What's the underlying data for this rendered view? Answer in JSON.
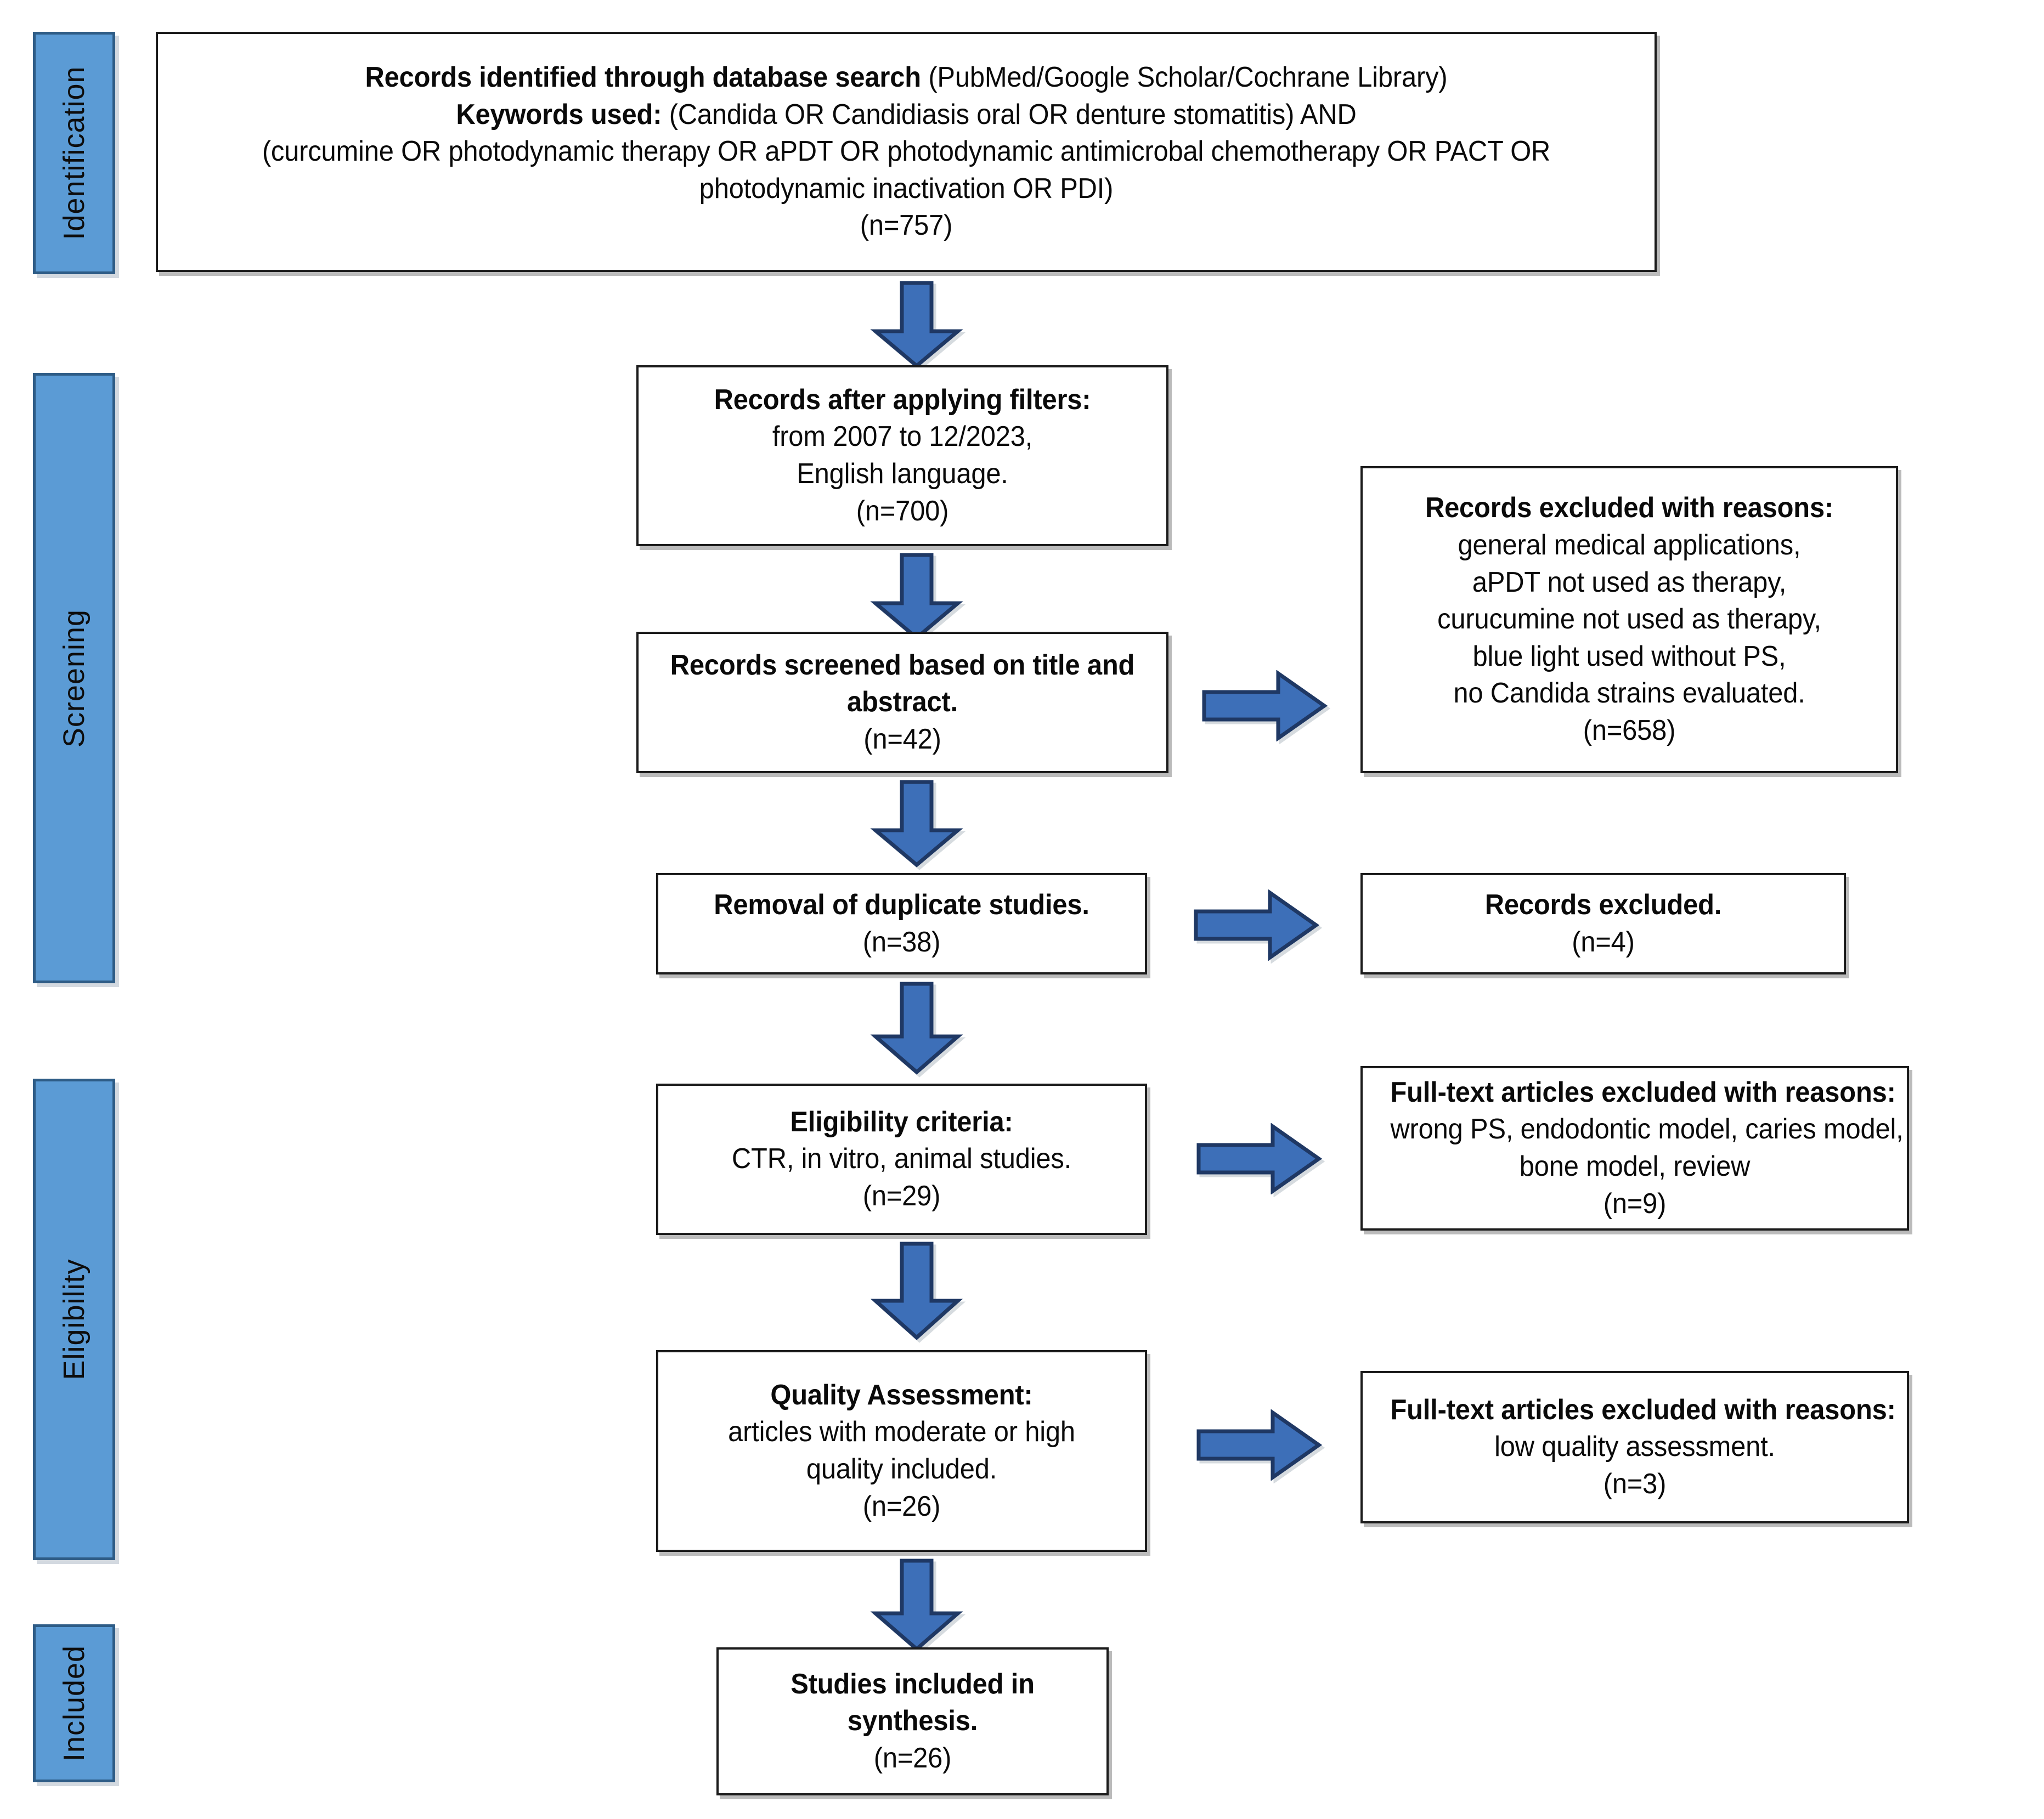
{
  "diagram": {
    "type": "prisma-flow-diagram",
    "accent_color": "#5b9bd5",
    "arrow_color": "#3d6fb8",
    "arrow_border_color": "#1f3864",
    "box_border_color": "#1b1b1b",
    "background_color": "#ffffff"
  },
  "phases": [
    {
      "id": "identification",
      "label": "Identification"
    },
    {
      "id": "screening",
      "label": "Screening"
    },
    {
      "id": "eligibility",
      "label": "Eligibility"
    },
    {
      "id": "included",
      "label": "Included"
    }
  ],
  "boxes": {
    "identified": {
      "l1": "Records identified through database search",
      "l1b": "(PubMed/Google Scholar/Cochrane Library)",
      "l2": "Keywords used:",
      "l2b": "(Candida OR Candidiasis oral OR denture stomatitis) AND",
      "l3": "(curcumine OR photodynamic therapy OR aPDT OR photodynamic antimicrobal chemotherapy OR PACT OR",
      "l4": "photodynamic inactivation OR PDI)",
      "n": "(n=757)"
    },
    "after_filters": {
      "l1": "Records after applying filters:",
      "l2": "from 2007 to 12/2023,",
      "l3": "English language.",
      "n": "(n=700)"
    },
    "screened": {
      "l1": "Records screened based on title and",
      "l2": "abstract.",
      "n": "(n=42)"
    },
    "excluded_reasons": {
      "l1": "Records excluded with reasons:",
      "l2": "general medical applications,",
      "l3": "aPDT not used as therapy,",
      "l4": "curucumine not used as therapy,",
      "l5": "blue light used without PS,",
      "l6": "no Candida strains evaluated.",
      "n": "(n=658)"
    },
    "duplicates": {
      "l1": "Removal of duplicate studies.",
      "n": "(n=38)"
    },
    "records_excluded": {
      "l1": "Records excluded.",
      "n": "(n=4)"
    },
    "eligibility_criteria": {
      "l1": "Eligibility criteria:",
      "l2": "CTR, in vitro, animal studies.",
      "n": "(n=29)"
    },
    "fulltext_excluded_1": {
      "l1": "Full-text articles excluded with reasons:",
      "l2": "wrong PS, endodontic model, caries model,",
      "l3": "bone model, review",
      "n": "(n=9)"
    },
    "quality_assessment": {
      "l1": "Quality Assessment:",
      "l2": "articles with moderate or high",
      "l3": "quality included.",
      "n": "(n=26)"
    },
    "fulltext_excluded_2": {
      "l1": "Full-text articles excluded with reasons:",
      "l2": "low quality assessment.",
      "n": "(n=3)"
    },
    "included_synthesis": {
      "l1": "Studies included in",
      "l2": "synthesis.",
      "n": "(n=26)"
    }
  }
}
